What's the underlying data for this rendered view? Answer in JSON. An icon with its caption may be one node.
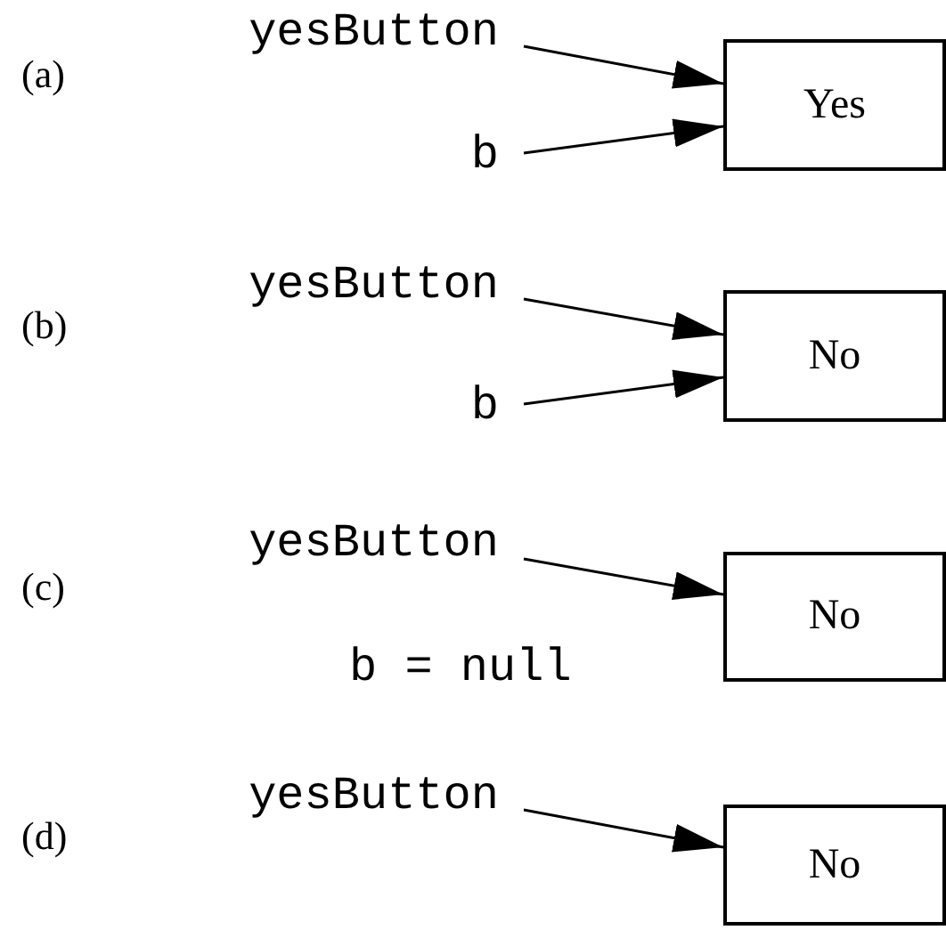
{
  "diagram": {
    "nodes": [
      {
        "text": [
          "yesButton"
        ]
      },
      {
        "text": [
          "b"
        ]
      },
      {
        "text": [
          "Yes"
        ]
      },
      {
        "text": [
          "yesButton"
        ]
      },
      {
        "text": [
          "b"
        ]
      },
      {
        "text": [
          "No"
        ]
      },
      {
        "text": [
          "yesButton"
        ]
      },
      {
        "text": [
          "No"
        ]
      },
      {
        "text": [
          "yesButton"
        ]
      },
      {
        "text": [
          "No"
        ]
      }
    ],
    "edges": [
      {
        "from": 0,
        "to": 2,
        "arrow": "to"
      },
      {
        "from": 1,
        "to": 2,
        "arrow": "to"
      },
      {
        "from": 3,
        "to": 5,
        "arrow": "to"
      },
      {
        "from": 4,
        "to": 5,
        "arrow": "to"
      },
      {
        "from": 6,
        "to": 7,
        "arrow": "to"
      },
      {
        "from": 8,
        "to": 9,
        "arrow": "to"
      }
    ],
    "labels": [
      "(a)",
      "(b)",
      "(c)",
      "b = null",
      "(d)"
    ]
  }
}
